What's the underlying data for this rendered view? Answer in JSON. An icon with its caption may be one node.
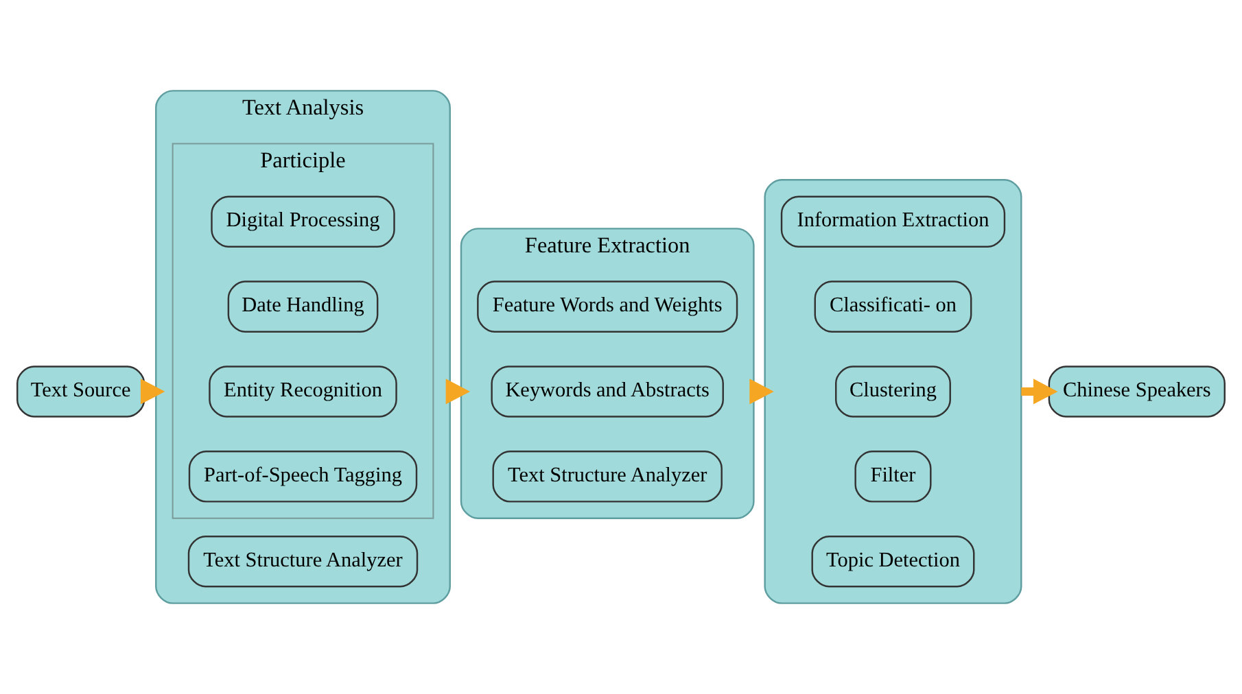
{
  "diagram": {
    "nodes": [
      {
        "text": [
          "Text Source"
        ]
      },
      {
        "text": [
          "Text Analysis"
        ]
      },
      {
        "text": [
          "Participle"
        ],
        "in": 1
      },
      {
        "text": [
          "Digital Processing"
        ],
        "in": 2
      },
      {
        "text": [
          "Date Handling"
        ],
        "in": 2
      },
      {
        "text": [
          "Entity Recognition"
        ],
        "in": 2
      },
      {
        "text": [
          "Part-of-Speech Tagging"
        ],
        "in": 2
      },
      {
        "text": [
          "Text Structure Analyzer"
        ],
        "in": 1
      },
      {
        "text": [
          "Feature Extraction"
        ]
      },
      {
        "text": [
          "Feature Words and Weights"
        ],
        "in": 8
      },
      {
        "text": [
          "Keywords and Abstracts"
        ],
        "in": 8
      },
      {
        "text": [
          "Text Structure Analyzer"
        ],
        "in": 8
      },
      {
        "text": [],
        "shape": "box"
      },
      {
        "text": [
          "Information Extraction"
        ],
        "in": 12
      },
      {
        "text": [
          "Classificati- on"
        ],
        "in": 12
      },
      {
        "text": [
          "Clustering"
        ],
        "in": 12
      },
      {
        "text": [
          "Filter"
        ],
        "in": 12
      },
      {
        "text": [
          "Topic Detection"
        ],
        "in": 12
      },
      {
        "text": [
          "Chinese Speakers"
        ]
      }
    ],
    "edges": [
      {
        "from": 0,
        "to": 1,
        "arrow": "to"
      },
      {
        "from": 1,
        "to": 8,
        "arrow": "to"
      },
      {
        "from": 8,
        "to": 12,
        "arrow": "to"
      },
      {
        "from": 12,
        "to": 18,
        "arrow": "to"
      }
    ]
  }
}
